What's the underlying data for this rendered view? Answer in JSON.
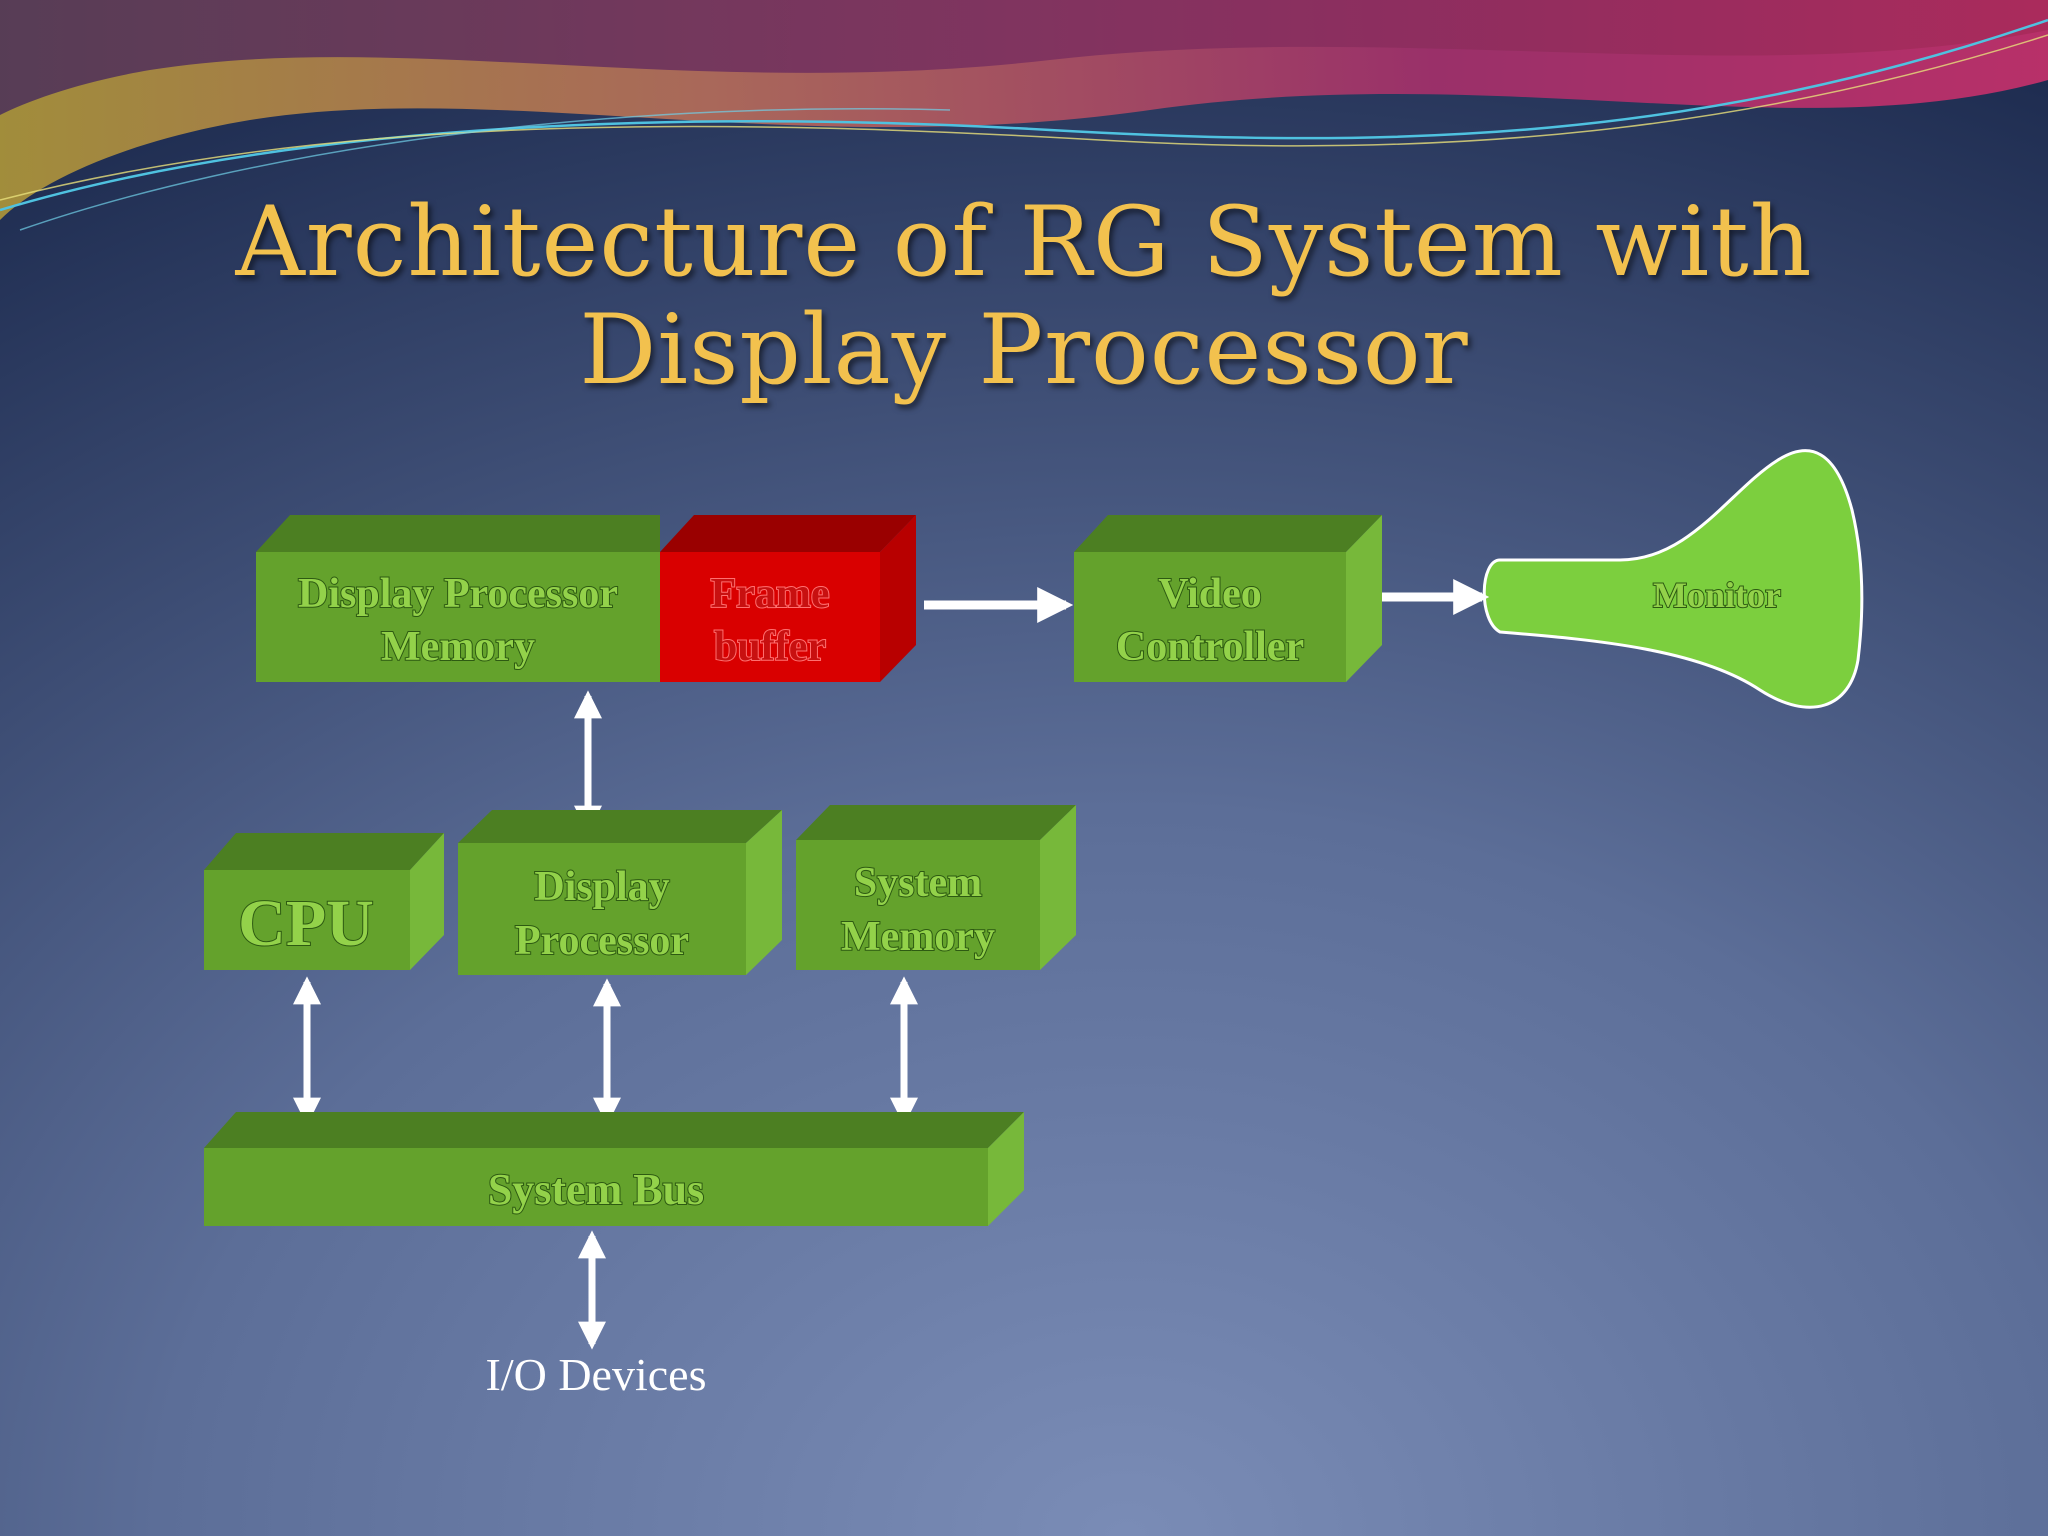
{
  "slide": {
    "title_line1": "Architecture of RG System with",
    "title_line2": "Display Processor"
  },
  "blocks": {
    "dp_memory": {
      "line1": "Display Processor",
      "line2": "Memory"
    },
    "frame_buffer": {
      "line1": "Frame",
      "line2": "buffer"
    },
    "video_controller": {
      "line1": "Video",
      "line2": "Controller"
    },
    "monitor": {
      "label": "Monitor"
    },
    "cpu": {
      "label": "CPU"
    },
    "display_processor": {
      "line1": "Display",
      "line2": "Processor"
    },
    "system_memory": {
      "line1": "System",
      "line2": "Memory"
    },
    "system_bus": {
      "label": "System Bus"
    },
    "io_devices": {
      "label": "I/O Devices"
    }
  },
  "colors": {
    "green_front": "#64a22c",
    "green_top": "#4c7f22",
    "green_side": "#77b83a",
    "red_front": "#d90000",
    "red_top": "#9a0000",
    "label_green": "#93d24a",
    "label_red": "#c81010",
    "title": "#f2c14e",
    "arrow": "#ffffff"
  }
}
